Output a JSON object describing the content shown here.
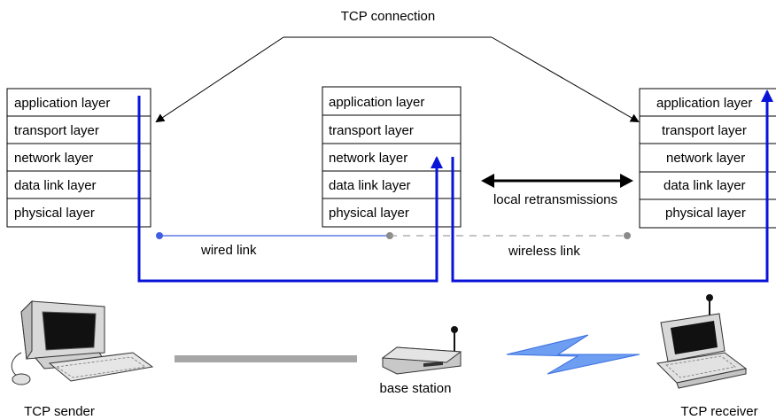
{
  "title": "TCP connection",
  "stacks": {
    "sender": {
      "layers": [
        "application layer",
        "transport layer",
        "network layer",
        "data link layer",
        "physical layer"
      ]
    },
    "base_station": {
      "layers": [
        "application layer",
        "transport layer",
        "network layer",
        "data link layer",
        "physical layer"
      ]
    },
    "receiver": {
      "layers": [
        "application layer",
        "transport layer",
        "network layer",
        "data link layer",
        "physical layer"
      ]
    }
  },
  "labels": {
    "local_retransmissions": "local retransmissions",
    "wired_link": "wired link",
    "wireless_link": "wireless link",
    "base_station": "base station",
    "tcp_sender": "TCP sender",
    "tcp_receiver": "TCP receiver"
  },
  "colors": {
    "data_path": "#0a14d8",
    "wired_link": "#3f5fe0",
    "wireless_link": "#a0a0a0",
    "wired_cable": "#a6a6a6",
    "wireless_bolt": "#3a6fe0"
  },
  "icons": {
    "sender_device": "desktop-computer-icon",
    "base_station_device": "wireless-router-icon",
    "receiver_device": "laptop-icon",
    "wireless_signal": "lightning-bolt-icon"
  }
}
